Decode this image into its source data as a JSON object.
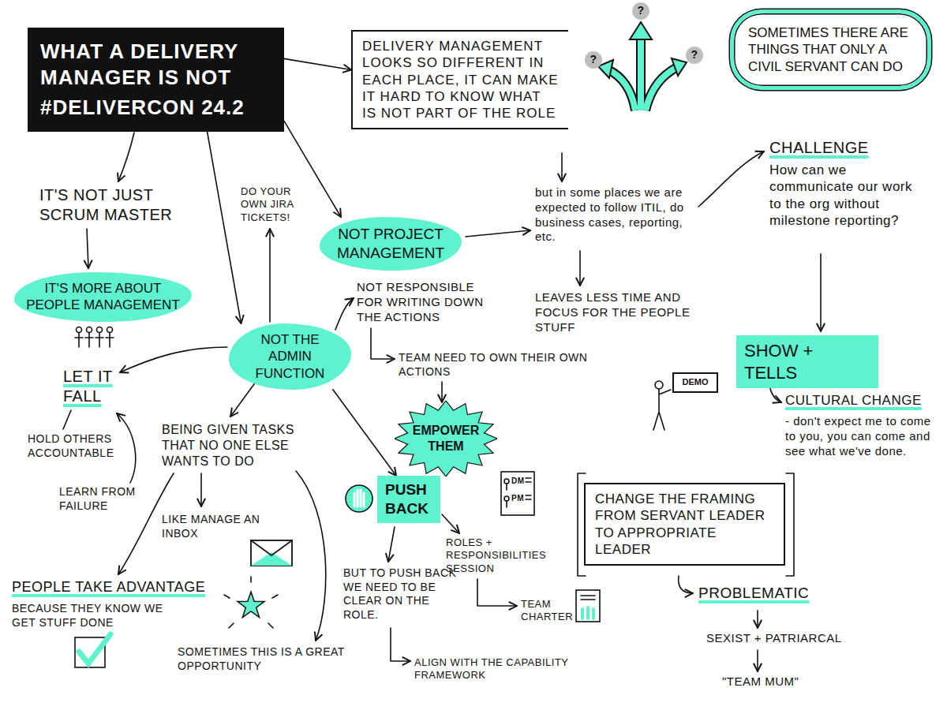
{
  "diagram": {
    "nodes": [
      {
        "text": [
          "WHAT A DELIVERY MANAGER IS NOT",
          "#DELIVERCON 24.2"
        ]
      },
      {
        "text": [
          "DELIVERY MANAGEMENT LOOKS SO DIFFERENT IN EACH PLACE, IT CAN MAKE IT HARD TO KNOW WHAT IS NOT PART OF THE ROLE"
        ]
      },
      {
        "text": [
          "SOMETIMES THERE ARE THINGS THAT ONLY A CIVIL SERVANT CAN DO"
        ]
      },
      {
        "text": [
          "IT'S MORE ABOUT PEOPLE MANAGEMENT"
        ]
      },
      {
        "text": [
          "NOT PROJECT MANAGEMENT"
        ]
      },
      {
        "text": [
          "NOT THE ADMIN FUNCTION"
        ]
      },
      {
        "text": [
          "EMPOWER THEM"
        ]
      },
      {
        "text": [
          "PUSH BACK"
        ]
      },
      {
        "text": [
          "SHOW + TELLS"
        ]
      },
      {
        "text": [
          "CHANGE THE FRAMING FROM SERVANT LEADER TO APPROPRIATE LEADER"
        ]
      },
      {
        "text": [
          "DEMO"
        ]
      }
    ],
    "edges": [
      {
        "from": 0,
        "to": 1,
        "arrow": "to"
      },
      {
        "from": 0,
        "to": 4,
        "arrow": "to"
      },
      {
        "from": 0,
        "to": 5,
        "arrow": "to"
      },
      {
        "from": 5,
        "to": 7,
        "arrow": "to"
      }
    ],
    "labels": [
      "?",
      "?",
      "?",
      "IT'S NOT JUST SCRUM MASTER",
      "DO YOUR OWN JIRA TICKETS!",
      "NOT RESPONSIBLE FOR WRITING DOWN THE ACTIONS",
      "TEAM NEED TO OWN THEIR OWN ACTIONS",
      "but in some places we are expected to follow ITIL, do business cases, reporting, etc.",
      "LEAVES LESS TIME AND FOCUS FOR THE PEOPLE STUFF",
      "CHALLENGE",
      "How can we communicate our work to the org without milestone reporting?",
      "LET IT FALL",
      "HOLD OTHERS ACCOUNTABLE",
      "LEARN FROM FAILURE",
      "BEING GIVEN TASKS THAT NO ONE ELSE WANTS TO DO",
      "LIKE MANAGE AN INBOX",
      "PEOPLE TAKE ADVANTAGE",
      "BECAUSE THEY KNOW WE GET STUFF DONE",
      "SOMETIMES THIS IS A GREAT OPPORTUNITY",
      "BUT TO PUSH BACK WE NEED TO BE CLEAR ON THE ROLE.",
      "ALIGN WITH THE CAPABILITY FRAMEWORK",
      "DM",
      "PM",
      "ROLES + RESPONSIBILITIES SESSION",
      "TEAM CHARTER",
      "CULTURAL CHANGE",
      "- don't expect me to come to you, you can come and see what we've done.",
      "PROBLEMATIC",
      "SEXIST + PATRIARCAL",
      "\"TEAM MUM\""
    ]
  }
}
